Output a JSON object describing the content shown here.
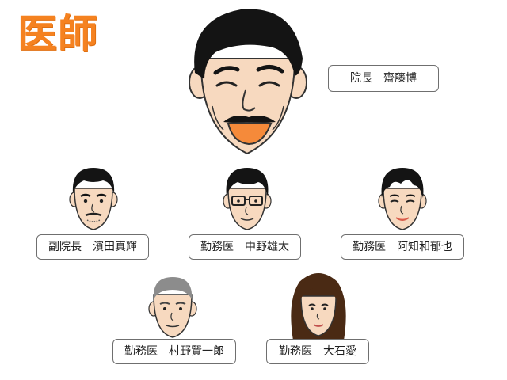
{
  "title": "医師",
  "staff": {
    "director": {
      "role": "院長",
      "name": "齋藤博"
    },
    "vice": {
      "role": "副院長",
      "name": "濱田真輝"
    },
    "nakano": {
      "role": "勤務医",
      "name": "中野雄太"
    },
    "achiwa": {
      "role": "勤務医",
      "name": "阿知和郁也"
    },
    "murano": {
      "role": "勤務医",
      "name": "村野賢一郎"
    },
    "oishi": {
      "role": "勤務医",
      "name": "大石愛"
    }
  },
  "colors": {
    "title_orange": "#f58220",
    "skin": "#f7d9bf",
    "hair_dark": "#1a1a1a",
    "hair_brown": "#4a2a14",
    "hair_gray": "#8c8c8c",
    "border": "#6f6f6f"
  },
  "icons": {
    "director": "cartoon-face-laughing-mustache",
    "vice": "cartoon-face-beard",
    "nakano": "cartoon-face-glasses",
    "achiwa": "cartoon-face-smile",
    "murano": "cartoon-face-buzzcut",
    "oishi": "cartoon-face-long-hair"
  }
}
